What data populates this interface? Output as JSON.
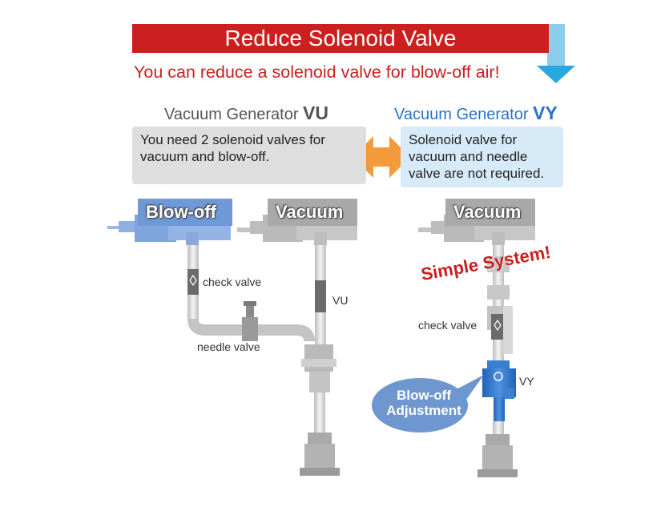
{
  "header": {
    "title": "Reduce Solenoid Valve",
    "subtitle": "You can reduce a solenoid valve for blow-off air!"
  },
  "left": {
    "title_prefix": "Vacuum Generator ",
    "title_model": "VU",
    "note": "You need 2 solenoid valves for vacuum and blow-off.",
    "blowoff_label": "Blow-off",
    "vacuum_label": "Vacuum",
    "check_valve_label": "check valve",
    "needle_valve_label": "needle valve",
    "generator_label": "VU"
  },
  "right": {
    "title_prefix": "Vacuum Generator ",
    "title_model": "VY",
    "note": "Solenoid valve for vacuum and needle valve are not required.",
    "vacuum_label": "Vacuum",
    "simple_label": "Simple System!",
    "check_valve_label": "check valve",
    "generator_label": "VY",
    "bubble_line1": "Blow-off",
    "bubble_line2": "Adjustment"
  },
  "colors": {
    "accent_red": "#cc1f1f",
    "accent_blue": "#2a72c7",
    "down_arrow": "#29a7e1",
    "double_arrow": "#f39a3d",
    "bubble": "#6e97cf"
  },
  "icons": [
    "down-arrow-icon",
    "double-arrow-icon",
    "check-valve-icon",
    "needle-valve-icon",
    "vacuum-pad-icon"
  ]
}
